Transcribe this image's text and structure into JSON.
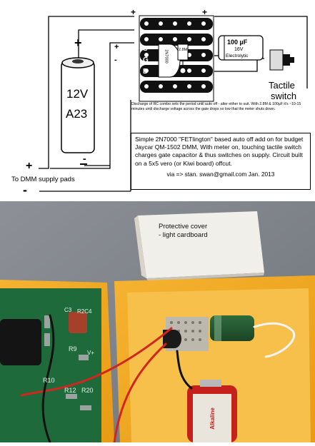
{
  "diagram": {
    "battery": {
      "voltage": "12V",
      "model": "A23",
      "plus": "+",
      "minus": "-"
    },
    "capacitor": {
      "value": "100 µF",
      "voltage": "16V",
      "type": "Electrolytic"
    },
    "switch_label_1": "Tactile",
    "switch_label_2": "switch",
    "resistor_label": "2.8M",
    "transistor_label": "2N7000",
    "pins": [
      "S",
      "G",
      "D"
    ],
    "plus_marks": [
      "+",
      "+",
      "+",
      "+"
    ],
    "minus_marks": [
      "-",
      "-",
      "-"
    ],
    "dmm_label": "To DMM supply pads",
    "note": "Discharge of RC combo sets the period until auto off - alter either to suit. With 2.8M & 100µF it's ~10-15 minutes until discharge voltage across the gate drops so low that the meter shuts down.",
    "description": "Simple  2N7000 \"FETlington\" based auto off add on for budget  Jaycar QM-1502 DMM,  With meter on, touching tactile switch charges gate capacitor & thus switches on supply.  Circuit built on a 5x5 vero (or Kiwi board) offcut.",
    "via_line": "via => stan. swan@gmail.com      Jan. 2013"
  },
  "photo": {
    "cover_label": "Protective cover\n- light cardboard",
    "board_labels": [
      "C3",
      "R2C4",
      "R9",
      "R10",
      "R12",
      "R20",
      "V+"
    ],
    "battery_text": "Alkaline"
  }
}
